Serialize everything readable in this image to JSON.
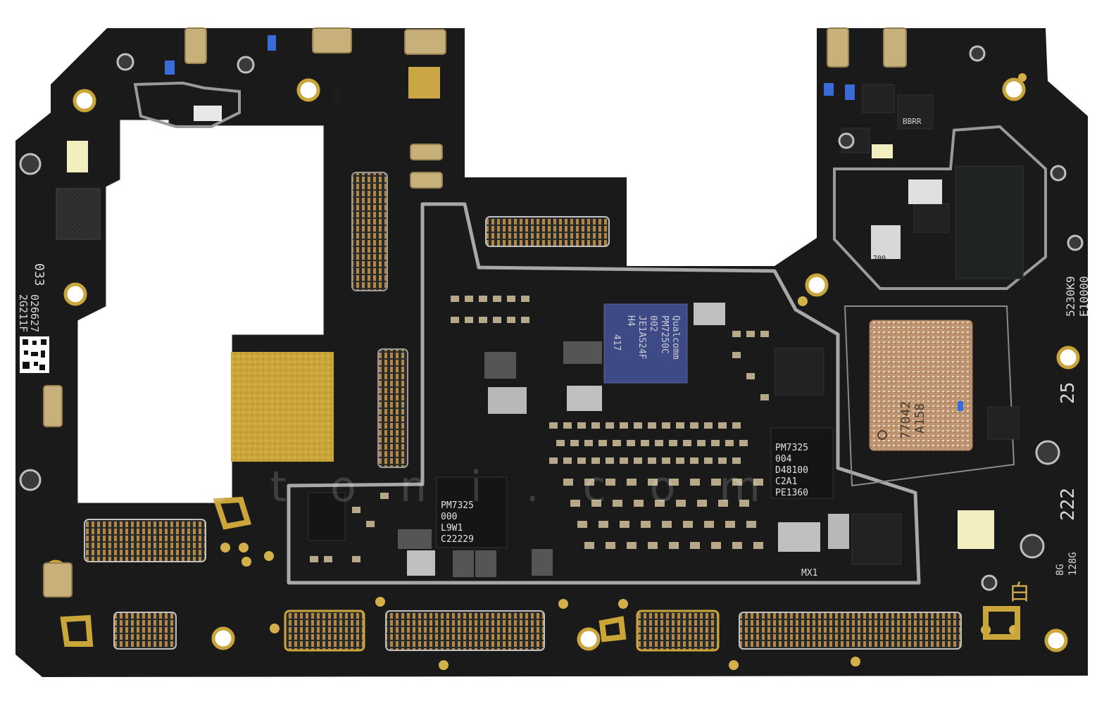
{
  "board": {
    "colors": {
      "pcb": "#1a1a1a",
      "gold": "#c9a53a",
      "shield_silver": "#a8a8a8",
      "chip_dark": "#2a2a2e",
      "chip_blue": "#3e4a86",
      "component_tan": "#b8a88a",
      "soc_copper": "#bf9470"
    },
    "silkscreen": {
      "left_code_a": "033",
      "left_code_b": "2G211F",
      "left_code_c": "026627",
      "right_code_a": "5230K9",
      "right_code_b": "E10000",
      "right_num_a": "25",
      "right_num_b": "222",
      "right_mem_a": "8G",
      "right_mem_b": "128G",
      "right_char": "白",
      "mx_label": "MX1"
    },
    "chips": {
      "qualcomm_line1": "Qualcomm",
      "qualcomm_line2": "PM7250C",
      "qualcomm_line3": "002",
      "qualcomm_line4": "JE1AS24F",
      "qualcomm_line5": "H4",
      "qualcomm_side": "417",
      "pm_right_line1": "PM7325",
      "pm_right_line2": "004",
      "pm_right_line3": "D48100",
      "pm_right_line4": "C2A1",
      "pm_right_line5": "PE1360",
      "pm_left_line1": "PM7325",
      "pm_left_line2": "000",
      "pm_left_line3": "L9W1",
      "pm_left_line4": "C22229",
      "soc_line1": "A158",
      "soc_line2": "77042",
      "small_chip_a": "6B9",
      "small_chip_b": "BBRR",
      "small_chip_c": "700"
    },
    "watermark": "ictoni.com"
  }
}
